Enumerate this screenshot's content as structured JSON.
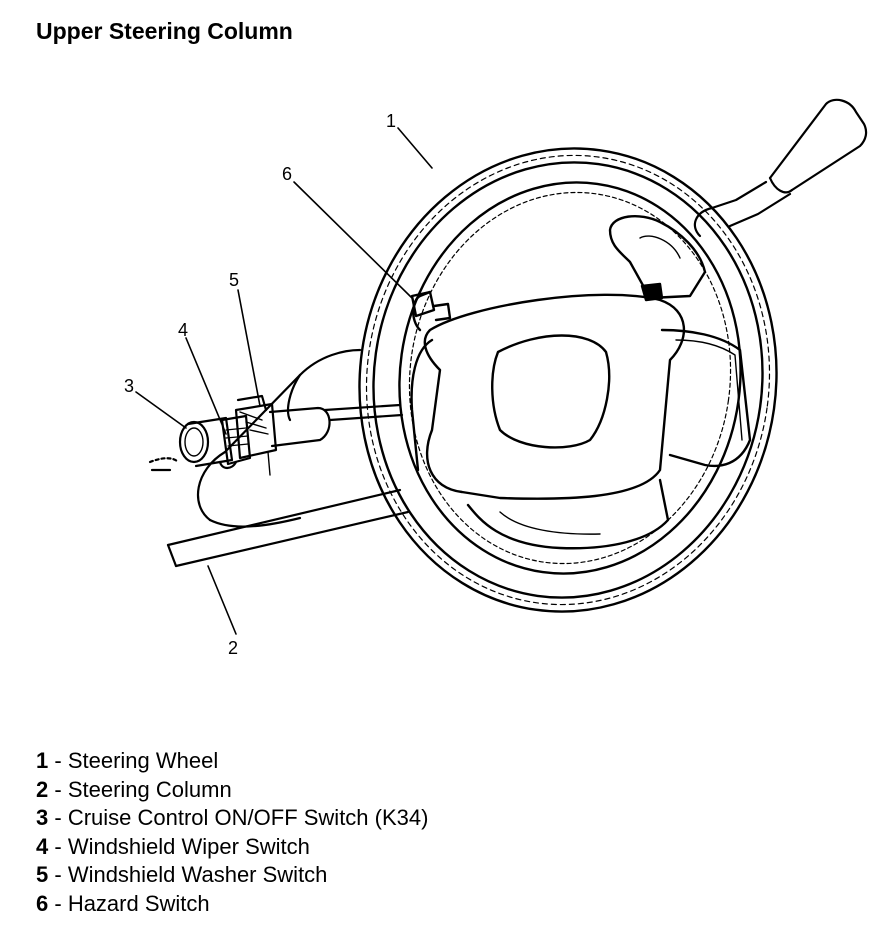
{
  "title": "Upper Steering Column",
  "callouts": [
    {
      "number": "1"
    },
    {
      "number": "2"
    },
    {
      "number": "3"
    },
    {
      "number": "4"
    },
    {
      "number": "5"
    },
    {
      "number": "6"
    }
  ],
  "legend": [
    {
      "number": "1",
      "separator": " - ",
      "label": "Steering Wheel"
    },
    {
      "number": "2",
      "separator": " - ",
      "label": "Steering Column"
    },
    {
      "number": "3",
      "separator": " - ",
      "label": "Cruise Control ON/OFF Switch (K34)"
    },
    {
      "number": "4",
      "separator": " - ",
      "label": "Windshield Wiper Switch"
    },
    {
      "number": "5",
      "separator": " - ",
      "label": "Windshield Washer Switch"
    },
    {
      "number": "6",
      "separator": " - ",
      "label": "Hazard Switch"
    }
  ]
}
